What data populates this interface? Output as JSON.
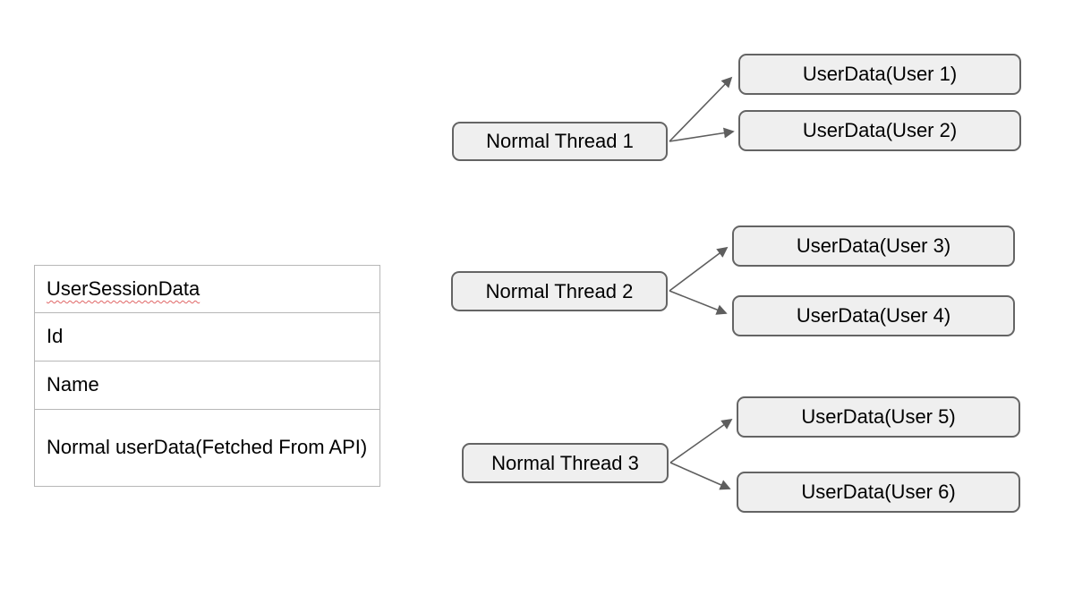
{
  "diagram": {
    "background_color": "#ffffff",
    "entity_table": {
      "rows": [
        {
          "label": "UserSessionData",
          "spellcheck_flagged": true
        },
        {
          "label": "Id",
          "spellcheck_flagged": false
        },
        {
          "label": "Name",
          "spellcheck_flagged": false
        },
        {
          "label": "Normal userData(Fetched From API)",
          "spellcheck_flagged": false
        }
      ]
    },
    "thread_groups": [
      {
        "thread_label": "Normal Thread 1",
        "targets": [
          "UserData(User 1)",
          "UserData(User 2)"
        ]
      },
      {
        "thread_label": "Normal Thread 2",
        "targets": [
          "UserData(User 3)",
          "UserData(User 4)"
        ]
      },
      {
        "thread_label": "Normal Thread 3",
        "targets": [
          "UserData(User 5)",
          "UserData(User 6)"
        ]
      }
    ],
    "edges": [
      {
        "from": "Normal Thread 1",
        "to": "UserData(User 1)"
      },
      {
        "from": "Normal Thread 1",
        "to": "UserData(User 2)"
      },
      {
        "from": "Normal Thread 2",
        "to": "UserData(User 3)"
      },
      {
        "from": "Normal Thread 2",
        "to": "UserData(User 4)"
      },
      {
        "from": "Normal Thread 3",
        "to": "UserData(User 5)"
      },
      {
        "from": "Normal Thread 3",
        "to": "UserData(User 6)"
      }
    ],
    "colors": {
      "node_fill": "#efefef",
      "node_border": "#646464",
      "table_border": "#b7b7b7",
      "arrow": "#5e5e5e",
      "text": "#000000",
      "spellcheck_underline": "#e06666"
    }
  }
}
